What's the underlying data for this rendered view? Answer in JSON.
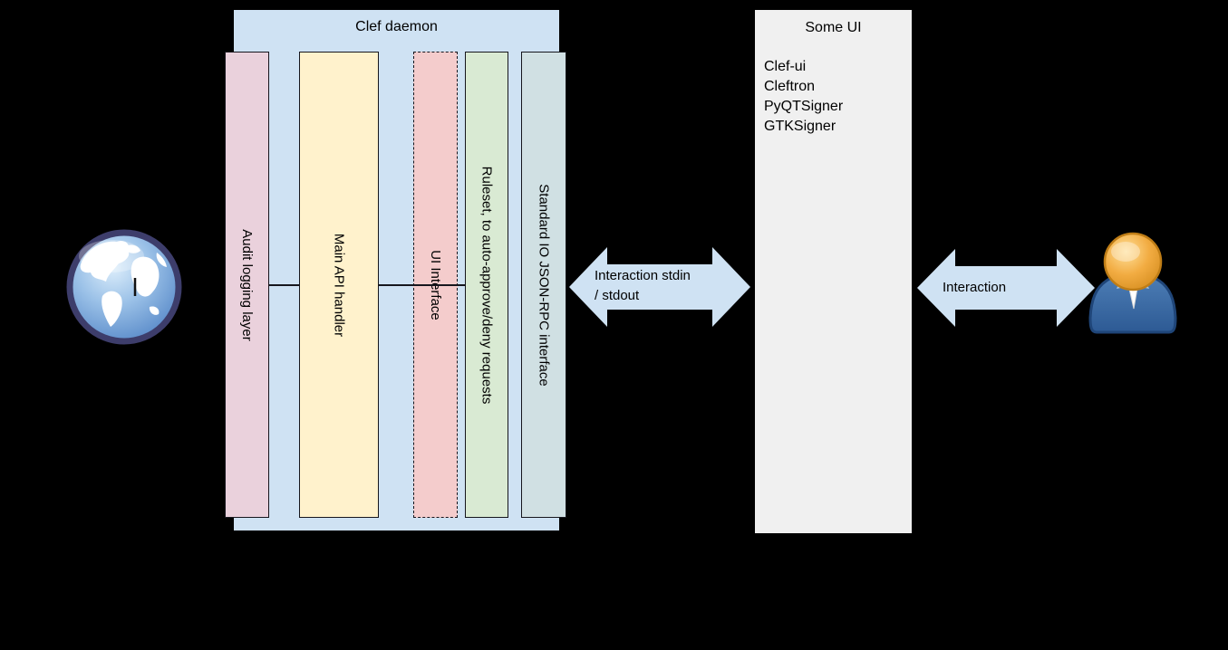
{
  "page": {
    "background": "#000000"
  },
  "clef_daemon": {
    "title": "Clef daemon",
    "fill": "#cfe2f3",
    "columns": [
      {
        "label": "Audit logging layer",
        "color": "#ead1dc",
        "border": "solid"
      },
      {
        "label": "Main API handler",
        "color": "#fff2cc",
        "border": "solid"
      },
      {
        "label": "UI Interface",
        "color": "#f4cccc",
        "border": "dashed"
      },
      {
        "label": "Ruleset, to auto-approve/deny requests",
        "color": "#d9ead3",
        "border": "solid"
      },
      {
        "label": "Standard IO JSON-RPC interface",
        "color": "#d0e0e3",
        "border": "solid"
      }
    ]
  },
  "some_ui": {
    "title": "Some UI",
    "fill": "#f0f0f0",
    "items": [
      "Clef-ui",
      "Cleftron",
      "PyQTSigner",
      "GTKSigner"
    ]
  },
  "arrows": {
    "stdio": {
      "line1": "Interaction stdin",
      "line2": "/ stdout",
      "fill": "#cfe2f3"
    },
    "user": {
      "label": "Interaction",
      "fill": "#cfe2f3"
    }
  },
  "icons": {
    "left": "globe-icon",
    "right": "user-icon"
  }
}
